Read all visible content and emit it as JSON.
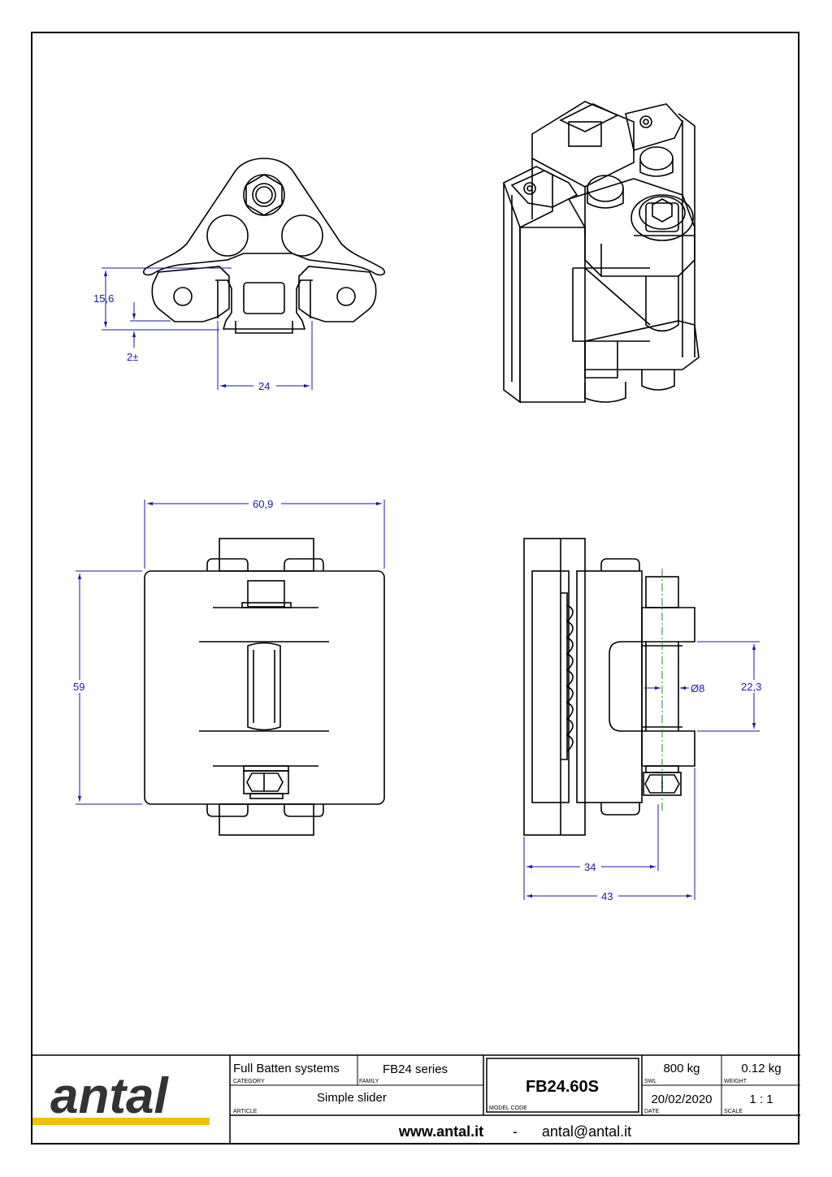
{
  "drawing": {
    "dimensions": {
      "top_view_height": "15,6",
      "top_view_offset": "2±",
      "top_view_width": "24",
      "front_width": "60,9",
      "front_height": "59",
      "side_diameter": "Ø8",
      "side_gap": "22,3",
      "side_depth_a": "34",
      "side_depth_b": "43"
    }
  },
  "title_block": {
    "logo": "antal",
    "category_value": "Full Batten systems",
    "category_label": "CATEGORY",
    "family_value": "FB24 series",
    "family_label": "FAMILY",
    "model_code_value": "FB24.60S",
    "model_code_label": "MODEL CODE",
    "swl_value": "800 kg",
    "swl_label": "SWL",
    "weight_value": "0.12 kg",
    "weight_label": "WEIGHT",
    "article_value": "Simple slider",
    "article_label": "ARTICLE",
    "date_value": "20/02/2020",
    "date_label": "DATE",
    "scale_value": "1 : 1",
    "scale_label": "SCALE",
    "website": "www.antal.it",
    "separator": "-",
    "email": "antal@antal.it"
  },
  "colors": {
    "dimension": "#1a1aa6",
    "logo_bar": "#f2c200",
    "logo_text": "#333333"
  }
}
